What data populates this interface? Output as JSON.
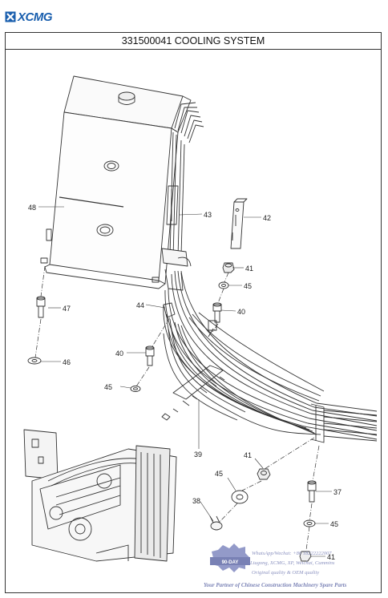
{
  "brand": {
    "name": "XCMG",
    "accent": "#1a5fae"
  },
  "title": "331500041 COOLING SYSTEM",
  "callouts": {
    "c48": "48",
    "c43": "43",
    "c42": "42",
    "c41a": "41",
    "c45a": "45",
    "c40a": "40",
    "c47": "47",
    "c44": "44",
    "c40b": "40",
    "c46": "46",
    "c45b": "45",
    "c39": "39",
    "c41b": "41",
    "c45c": "45",
    "c37": "37",
    "c38": "38",
    "c45d": "45",
    "c41c": "41"
  },
  "watermark": {
    "badge": "90-DAY",
    "line1": "WhatsApp/Wechat: +86 18222222007",
    "line2": "Liugong, XCMG, XP, Weichai, Cummins",
    "line3": "Original quality & OEM quality",
    "line4": "Your Partner of Chinese Construction Machinery Spare Parts",
    "color": "#6b74ad"
  }
}
